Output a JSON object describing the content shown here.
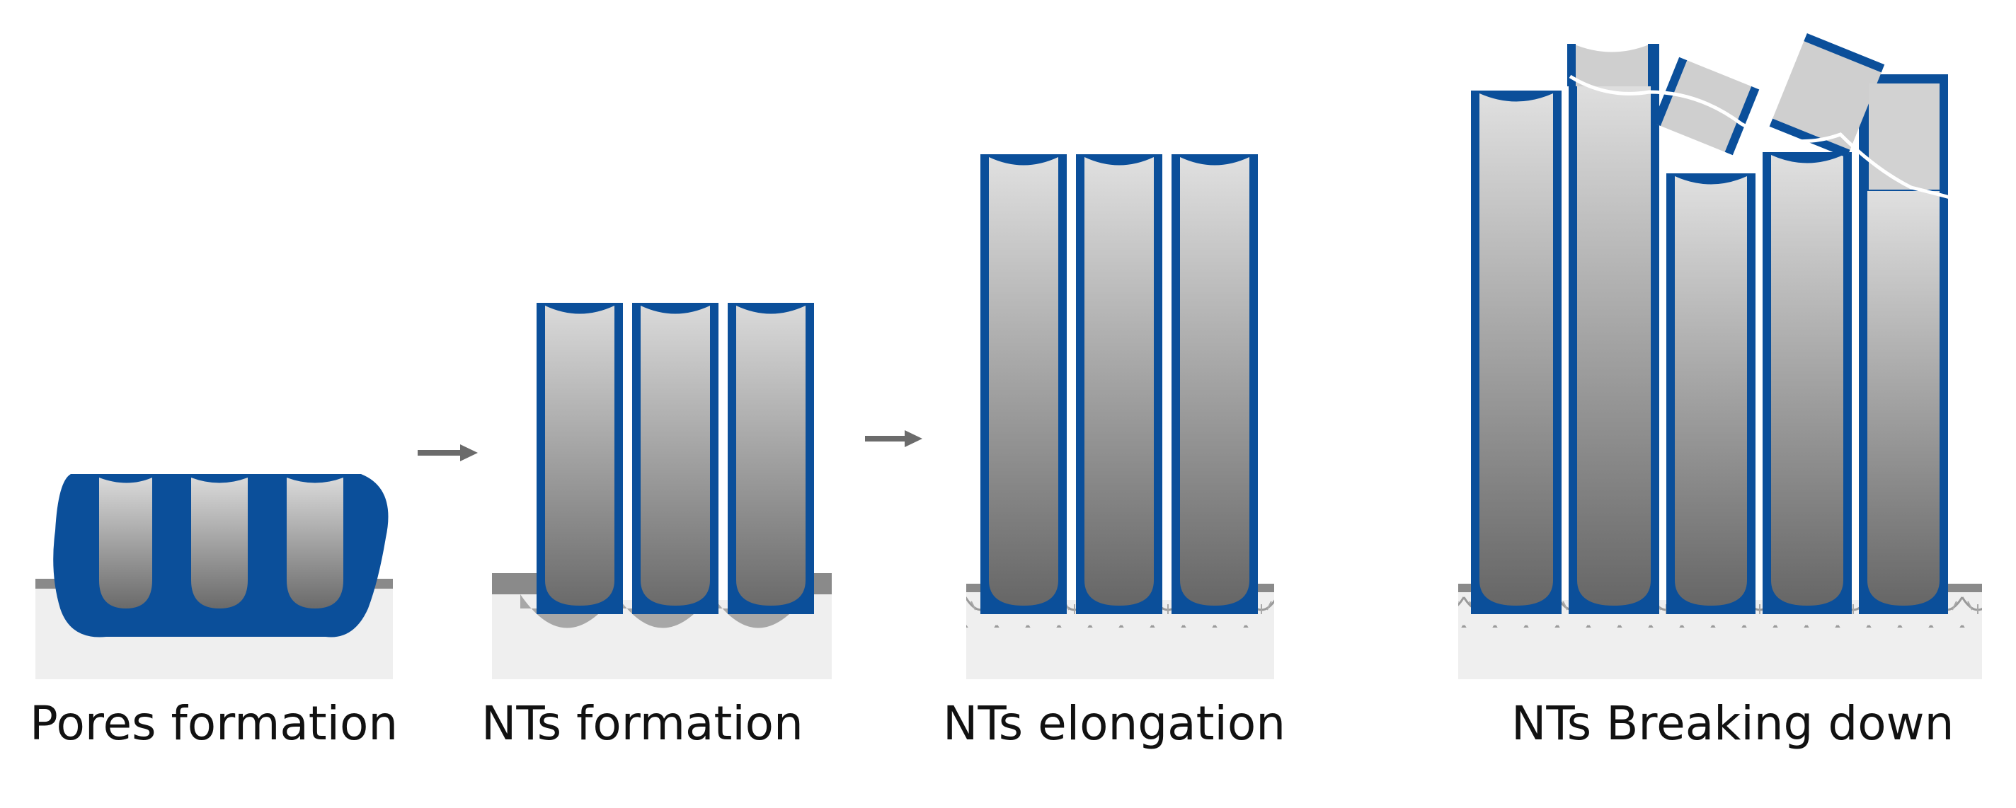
{
  "stages": [
    {
      "label": "Pores formation"
    },
    {
      "label": "NTs formation"
    },
    {
      "label": "NTs elongation"
    },
    {
      "label": "NTs Breaking down"
    }
  ],
  "colors": {
    "tube_wall": "#0b4f9a",
    "tube_fill_top": "#d8d8d8",
    "tube_fill_bottom": "#6e6e6e",
    "substrate": "#eeeeee",
    "substrate_line": "#8a8a8a",
    "arrow": "#6b6b6b"
  },
  "icons": [
    "arrow-right-icon",
    "arrow-right-icon"
  ]
}
